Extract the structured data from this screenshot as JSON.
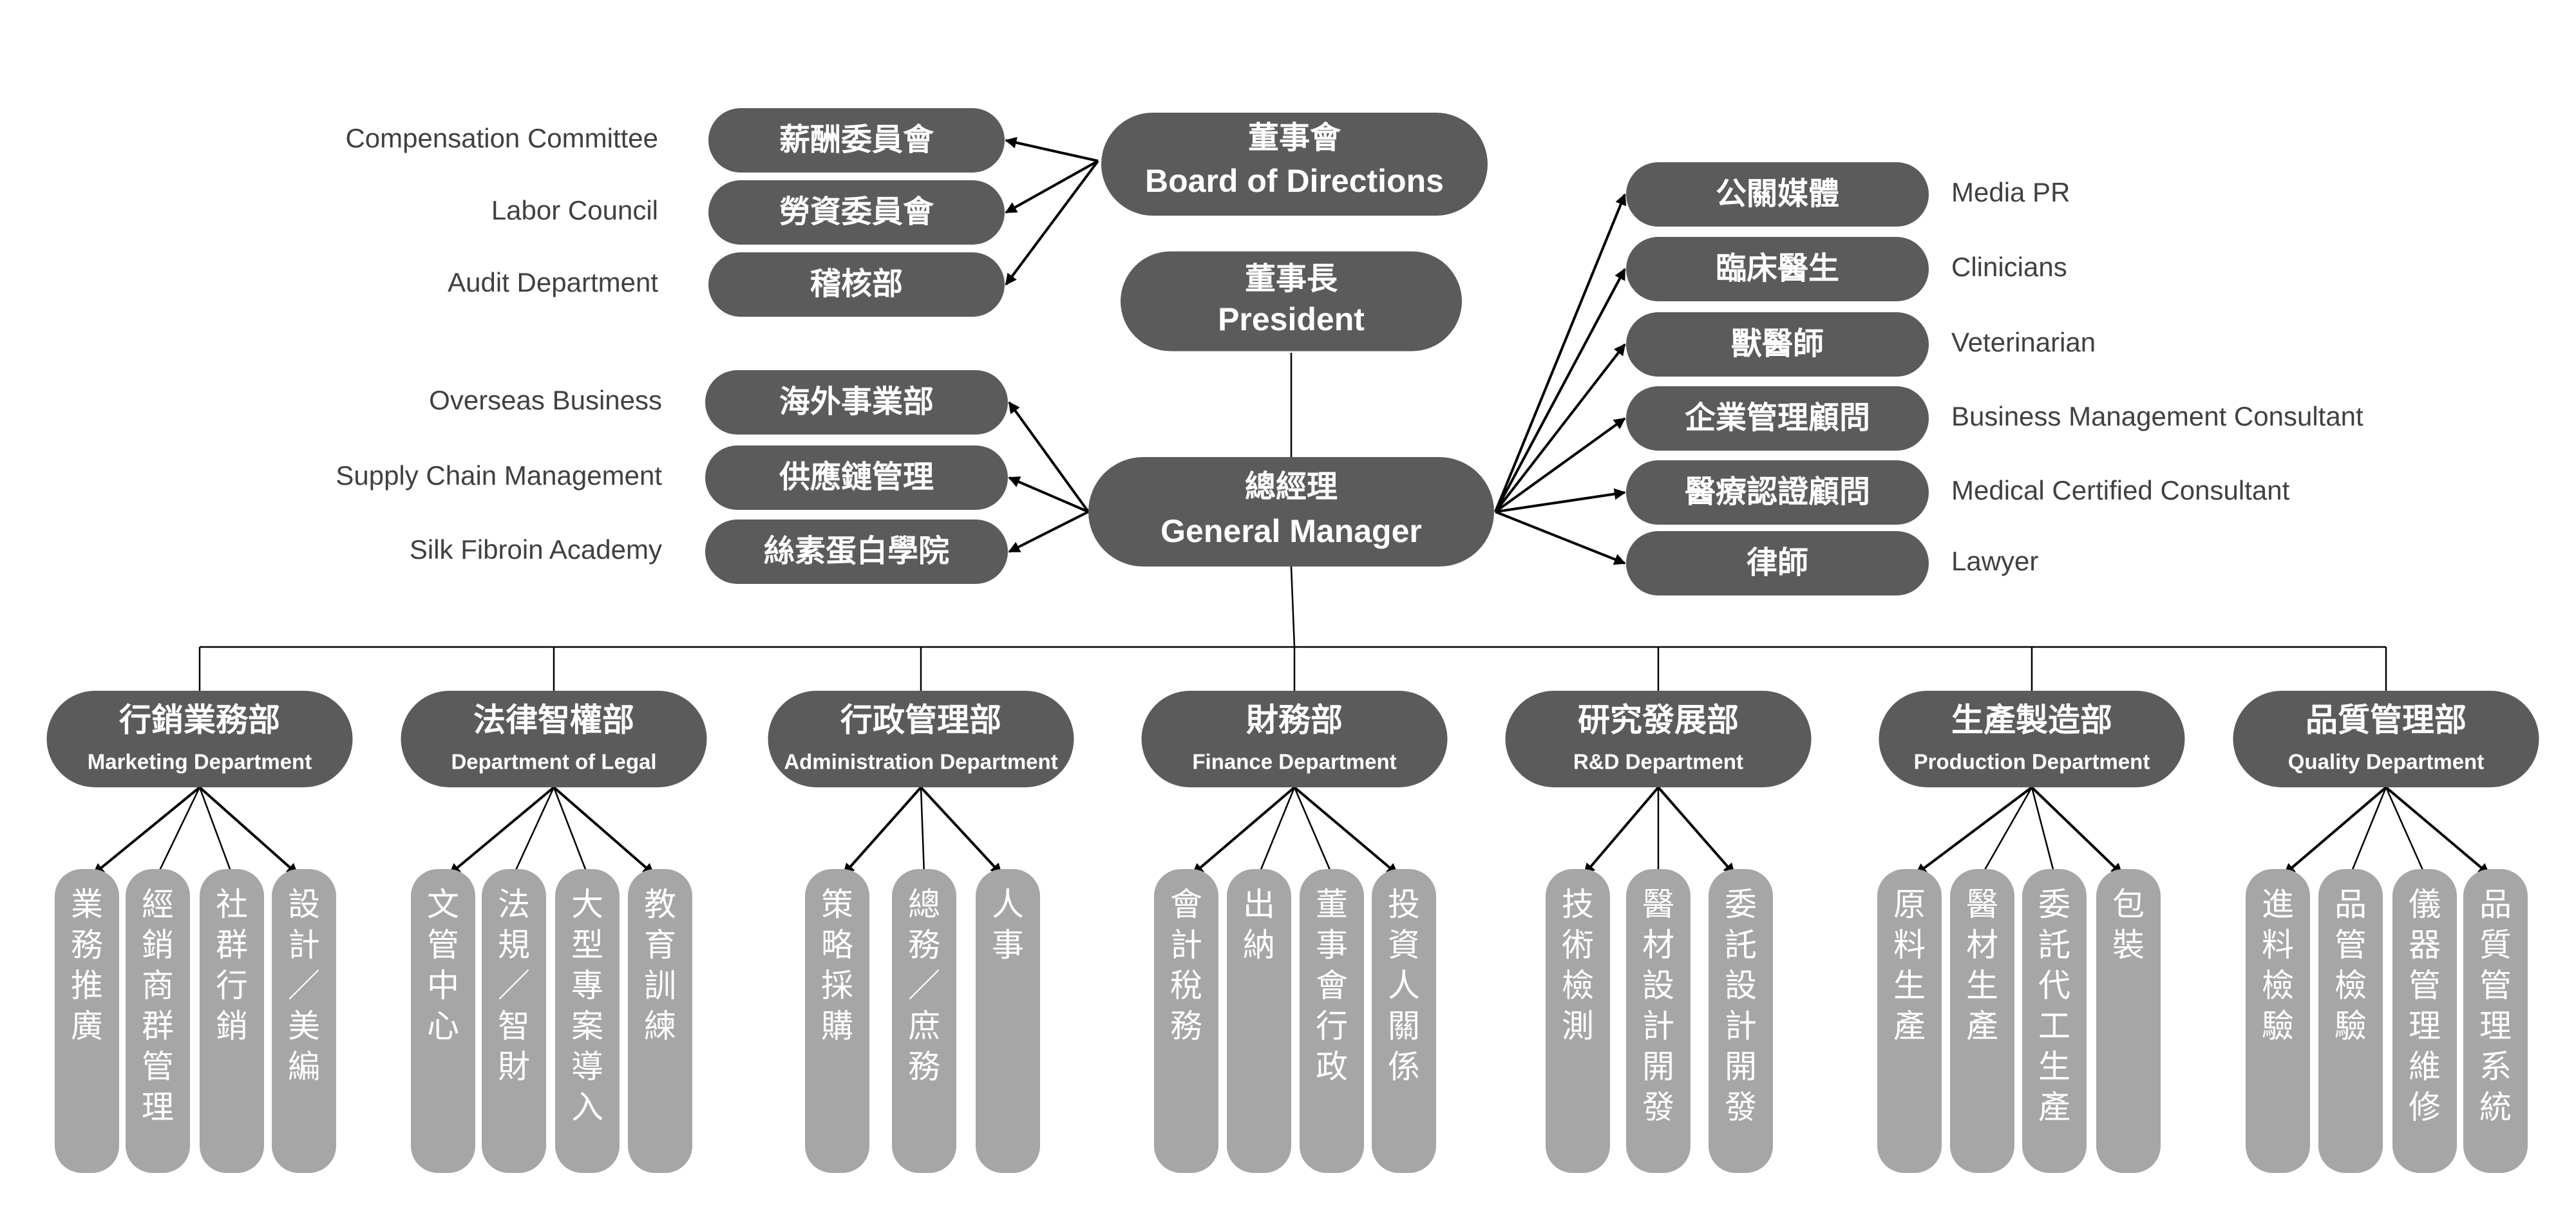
{
  "board": {
    "zh": "董事會",
    "en": "Board of Directions"
  },
  "president": {
    "zh": "董事長",
    "en": "President"
  },
  "general_manager": {
    "zh": "總經理",
    "en": "General Manager"
  },
  "board_committees": [
    {
      "zh": "薪酬委員會",
      "en": "Compensation Committee"
    },
    {
      "zh": "勞資委員會",
      "en": "Labor Council"
    },
    {
      "zh": "稽核部",
      "en": "Audit Department"
    }
  ],
  "gm_units": [
    {
      "zh": "海外事業部",
      "en": "Overseas Business"
    },
    {
      "zh": "供應鏈管理",
      "en": "Supply Chain Management"
    },
    {
      "zh": "絲素蛋白學院",
      "en": "Silk Fibroin Academy"
    }
  ],
  "advisors": [
    {
      "zh": "公關媒體",
      "en": "Media PR"
    },
    {
      "zh": "臨床醫生",
      "en": "Clinicians"
    },
    {
      "zh": "獸醫師",
      "en": "Veterinarian"
    },
    {
      "zh": "企業管理顧問",
      "en": "Business Management Consultant"
    },
    {
      "zh": "醫療認證顧問",
      "en": "Medical Certified Consultant"
    },
    {
      "zh": "律師",
      "en": "Lawyer"
    }
  ],
  "departments": [
    {
      "zh": "行銷業務部",
      "en": "Marketing Department",
      "units": [
        "業務推廣",
        "經銷商群管理",
        "社群行銷",
        "設計／美編"
      ]
    },
    {
      "zh": "法律智權部",
      "en": "Department of Legal",
      "units": [
        "文管中心",
        "法規／智財",
        "大型專案導入",
        "教育訓練"
      ]
    },
    {
      "zh": "行政管理部",
      "en": "Administration Department",
      "units": [
        "策略採購",
        "總務／庶務",
        "人事"
      ]
    },
    {
      "zh": "財務部",
      "en": "Finance Department",
      "units": [
        "會計稅務",
        "出納",
        "董事會行政",
        "投資人關係"
      ]
    },
    {
      "zh": "研究發展部",
      "en": "R&D Department",
      "units": [
        "技術檢測",
        "醫材設計開發",
        "委託設計開發"
      ]
    },
    {
      "zh": "生產製造部",
      "en": "Production Department",
      "units": [
        "原料生產",
        "醫材生產",
        "委託代工生產",
        "包裝"
      ]
    },
    {
      "zh": "品質管理部",
      "en": "Quality Department",
      "units": [
        "進料檢驗",
        "品管檢驗",
        "儀器管理維修",
        "品質管理系統"
      ]
    }
  ]
}
